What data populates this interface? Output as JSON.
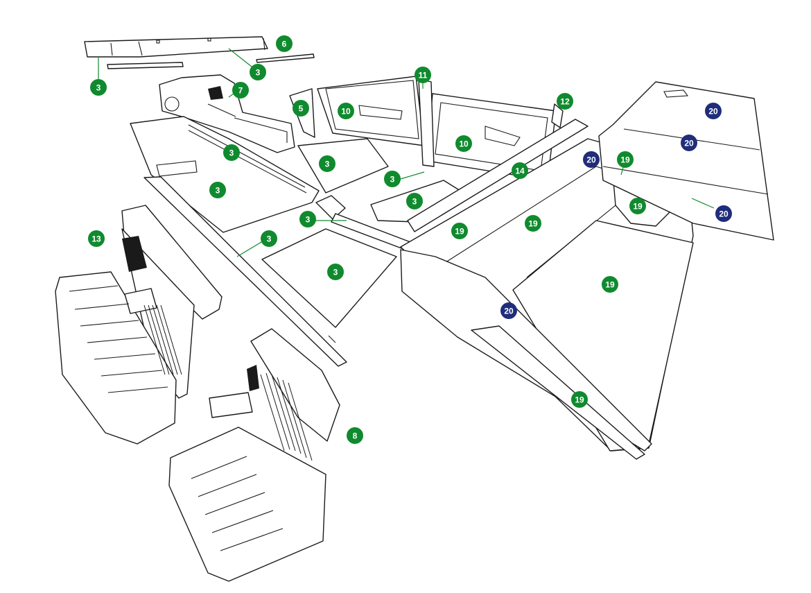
{
  "colors": {
    "green_badge": "#108a2e",
    "blue_badge": "#1f2d7a",
    "line": "#1a1a1a",
    "background": "#ffffff"
  },
  "callouts": [
    {
      "id": "c1",
      "label": "3",
      "color": "green"
    },
    {
      "id": "c2",
      "label": "3",
      "color": "green"
    },
    {
      "id": "c3",
      "label": "6",
      "color": "green"
    },
    {
      "id": "c4",
      "label": "7",
      "color": "green"
    },
    {
      "id": "c5",
      "label": "5",
      "color": "green"
    },
    {
      "id": "c6",
      "label": "10",
      "color": "green"
    },
    {
      "id": "c7",
      "label": "11",
      "color": "green"
    },
    {
      "id": "c8",
      "label": "10",
      "color": "green"
    },
    {
      "id": "c9",
      "label": "12",
      "color": "green"
    },
    {
      "id": "c10",
      "label": "20",
      "color": "blue"
    },
    {
      "id": "c11",
      "label": "20",
      "color": "blue"
    },
    {
      "id": "c12",
      "label": "20",
      "color": "blue"
    },
    {
      "id": "c13",
      "label": "19",
      "color": "green"
    },
    {
      "id": "c14",
      "label": "3",
      "color": "green"
    },
    {
      "id": "c15",
      "label": "3",
      "color": "green"
    },
    {
      "id": "c16",
      "label": "3",
      "color": "green"
    },
    {
      "id": "c17",
      "label": "14",
      "color": "green"
    },
    {
      "id": "c18",
      "label": "3",
      "color": "green"
    },
    {
      "id": "c19",
      "label": "3",
      "color": "green"
    },
    {
      "id": "c20",
      "label": "19",
      "color": "green"
    },
    {
      "id": "c21",
      "label": "20",
      "color": "blue"
    },
    {
      "id": "c22",
      "label": "3",
      "color": "green"
    },
    {
      "id": "c23",
      "label": "19",
      "color": "green"
    },
    {
      "id": "c24",
      "label": "19",
      "color": "green"
    },
    {
      "id": "c25",
      "label": "13",
      "color": "green"
    },
    {
      "id": "c26",
      "label": "3",
      "color": "green"
    },
    {
      "id": "c27",
      "label": "3",
      "color": "green"
    },
    {
      "id": "c28",
      "label": "19",
      "color": "green"
    },
    {
      "id": "c29",
      "label": "20",
      "color": "blue"
    },
    {
      "id": "c30",
      "label": "19",
      "color": "green"
    },
    {
      "id": "c31",
      "label": "8",
      "color": "green"
    }
  ]
}
